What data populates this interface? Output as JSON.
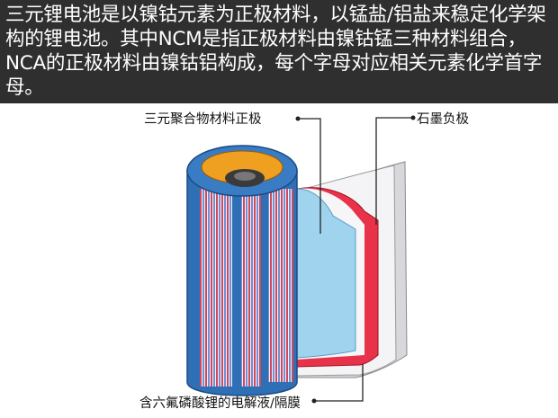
{
  "banner": {
    "text": "三元锂电池是以镍钴元素为正极材料，以锰盐/铝盐来稳定化学架构的锂电池。其中NCM是指正极材料由镍钴锰三种材料组合，NCA的正极材料由镍钴铝构成，每个字母对应相关元素化学首字母。"
  },
  "labels": {
    "cathode": "三元聚合物材料正极",
    "anode": "石墨负极",
    "electrolyte": "含六氟磷酸锂的电解液/隔膜"
  },
  "colors": {
    "banner_bg": "#2f2f2f",
    "casing_blue": "#2f6fb5",
    "cathode_layer": "#9fd3ee",
    "anode_layer": "#e8324a",
    "cap_orange": "#f0a020"
  }
}
